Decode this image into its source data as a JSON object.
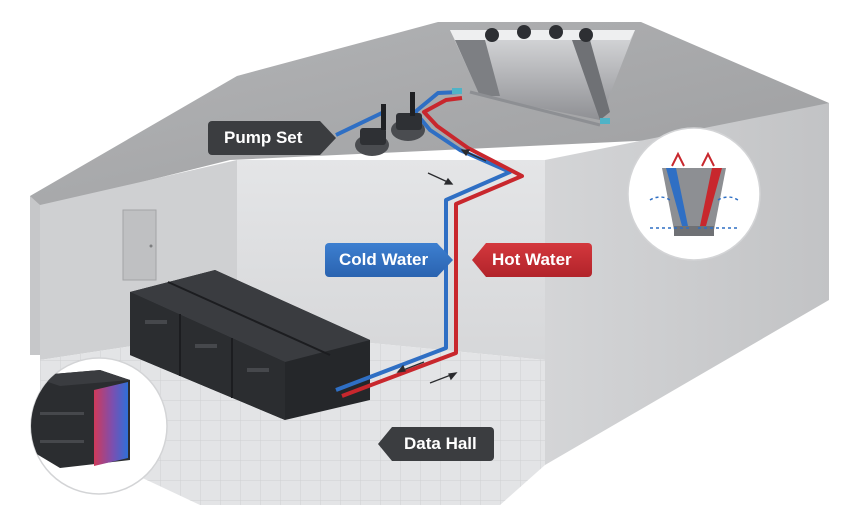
{
  "labels": {
    "pump_set": "Pump Set",
    "cold_water": "Cold Water",
    "hot_water": "Hot Water",
    "data_hall": "Data Hall"
  },
  "colors": {
    "cold": "#2f6fc4",
    "hot": "#c8272d",
    "label_dark": "#3b3d40",
    "roof": "#a8a9ab",
    "wall": "#dcdddf",
    "floor": "#e2e3e5",
    "rack": "#2b2d30"
  },
  "icons": {
    "flow_arrow": "flow-arrow-icon",
    "cooler_detail": "dry-cooler-airflow-icon",
    "rack_detail": "rack-heat-icon"
  }
}
